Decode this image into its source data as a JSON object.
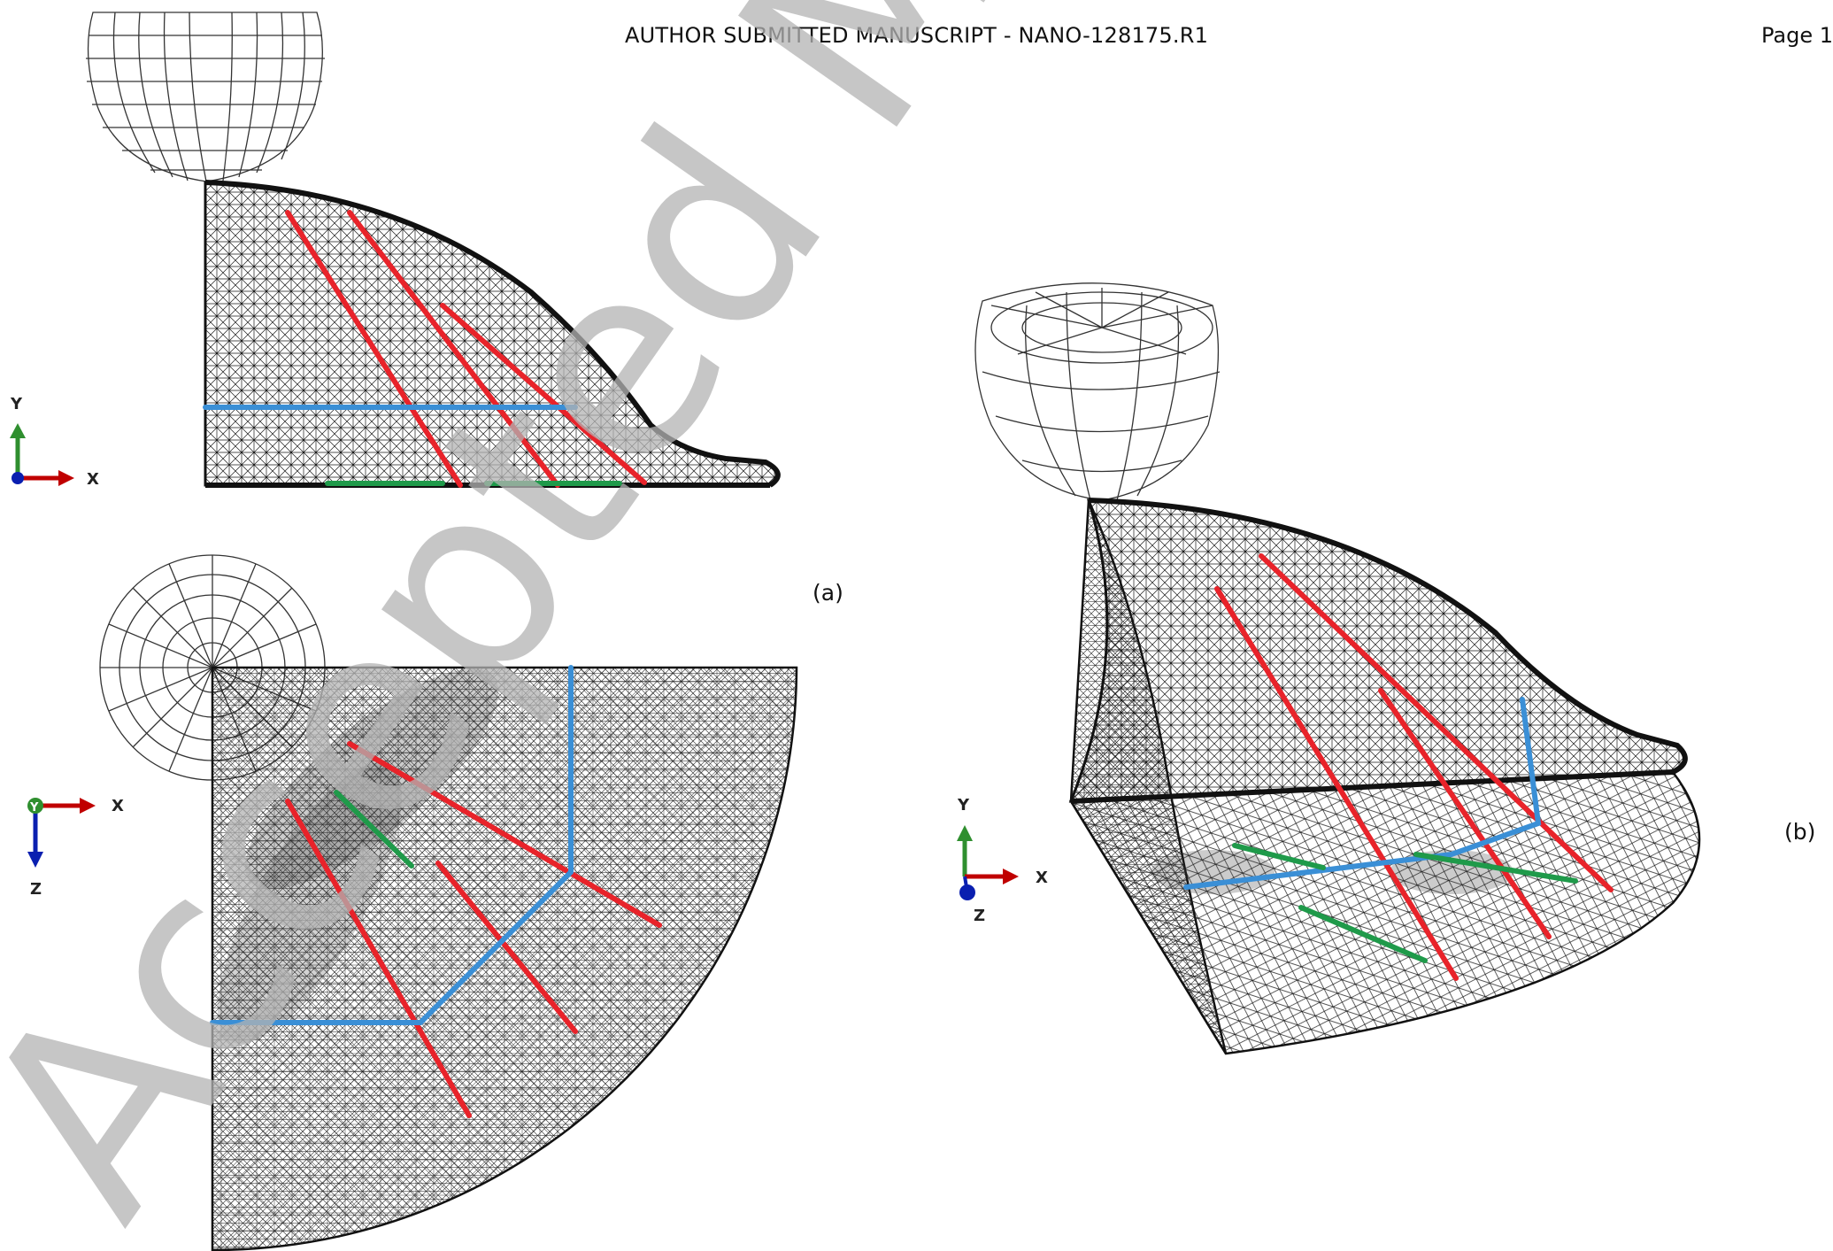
{
  "header": {
    "title": "AUTHOR SUBMITTED MANUSCRIPT - NANO-128175.R1",
    "page": "Page 1"
  },
  "watermark": {
    "text": "Accepted Manuscript",
    "color": "#b3b3b3"
  },
  "panels": {
    "a": {
      "label": "(a)"
    },
    "b": {
      "label": "(b)"
    }
  },
  "triads": {
    "front": {
      "up": "Y",
      "right": "X"
    },
    "top": {
      "center": "Y",
      "right": "X",
      "down": "Z"
    },
    "iso": {
      "up": "Y",
      "right": "X",
      "out": "Z"
    }
  },
  "colors": {
    "red_path": "#e8232a",
    "blue_path": "#3a8fd6",
    "green_path": "#1f9a4a",
    "mesh": "#1a1a1a",
    "axis_x": "#c00000",
    "axis_y": "#2f8f2f",
    "axis_z": "#0a1fb0"
  }
}
